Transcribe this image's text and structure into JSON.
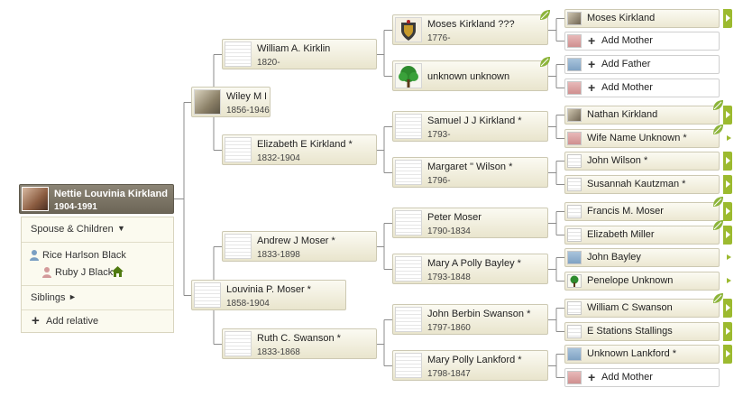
{
  "root": {
    "name": "Nettie Louvinia Kirkland",
    "dates": "1904-1991"
  },
  "panel": {
    "spouse_children": "Spouse & Children",
    "spouse": "Rice Harlson Black",
    "child": "Ruby J Black",
    "siblings": "Siblings",
    "add_relative": "Add relative"
  },
  "gen1": [
    {
      "name": "Wiley M Kirkland *",
      "dates": "1856-1946"
    },
    {
      "name": "Louvinia P. Moser *",
      "dates": "1858-1904"
    }
  ],
  "gen2": [
    {
      "name": "William A. Kirklin",
      "dates": "1820-"
    },
    {
      "name": "Elizabeth E Kirkland *",
      "dates": "1832-1904"
    },
    {
      "name": "Andrew J Moser *",
      "dates": "1833-1898"
    },
    {
      "name": "Ruth C. Swanson *",
      "dates": "1833-1868"
    }
  ],
  "gen3": [
    {
      "name": "Moses Kirkland ???",
      "dates": "1776-"
    },
    {
      "name": "unknown unknown",
      "dates": ""
    },
    {
      "name": "Samuel J J Kirkland *",
      "dates": "1793-"
    },
    {
      "name": "Margaret \" Wilson *",
      "dates": "1796-"
    },
    {
      "name": "Peter Moser",
      "dates": "1790-1834"
    },
    {
      "name": "Mary A Polly Bayley *",
      "dates": "1793-1848"
    },
    {
      "name": "John Berbin Swanson *",
      "dates": "1797-1860"
    },
    {
      "name": "Mary Polly Lankford *",
      "dates": "1798-1847"
    }
  ],
  "gen4": [
    {
      "name": "Moses Kirkland"
    },
    {
      "name": "Add Mother"
    },
    {
      "name": "Add Father"
    },
    {
      "name": "Add Mother"
    },
    {
      "name": "Nathan Kirkland"
    },
    {
      "name": "Wife Name Unknown *"
    },
    {
      "name": "John Wilson *"
    },
    {
      "name": "Susannah Kautzman *"
    },
    {
      "name": "Francis M. Moser"
    },
    {
      "name": "Elizabeth Miller"
    },
    {
      "name": "John Bayley"
    },
    {
      "name": "Penelope Unknown"
    },
    {
      "name": "William C Swanson"
    },
    {
      "name": "E Stations Stallings"
    },
    {
      "name": "Unknown Lankford *"
    },
    {
      "name": "Add Mother"
    }
  ],
  "colors": {
    "accent": "#9cba2f",
    "root_bg": "#7a7365",
    "card_bg": "#efecd8"
  }
}
